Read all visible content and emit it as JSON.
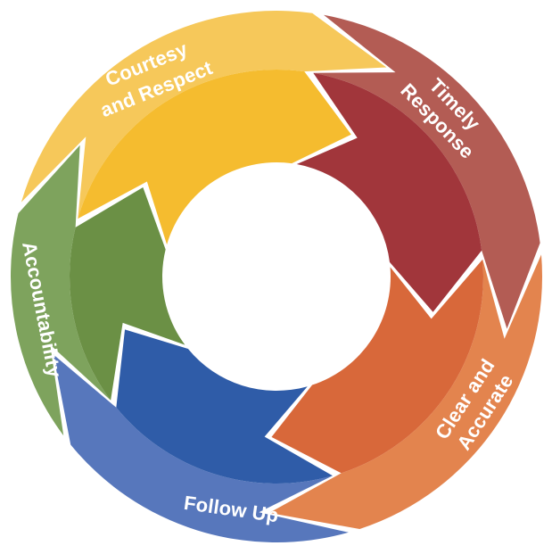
{
  "diagram": {
    "segments": [
      {
        "id": "courtesy",
        "lines": [
          "Courtesy",
          "and Respect"
        ],
        "outer_color": "#F6C85A",
        "inner_color": "#F5BC2F"
      },
      {
        "id": "timely",
        "lines": [
          "Timely",
          "Response"
        ],
        "outer_color": "#B35C54",
        "inner_color": "#A1363B"
      },
      {
        "id": "clear",
        "lines": [
          "Clear and",
          "Accurate"
        ],
        "outer_color": "#E3844E",
        "inner_color": "#D8683A"
      },
      {
        "id": "followup",
        "lines": [
          "Follow Up"
        ],
        "outer_color": "#5777BC",
        "inner_color": "#2F5CA8"
      },
      {
        "id": "accountability",
        "lines": [
          "Accountability"
        ],
        "outer_color": "#7EA35D",
        "inner_color": "#6B9045"
      }
    ]
  }
}
